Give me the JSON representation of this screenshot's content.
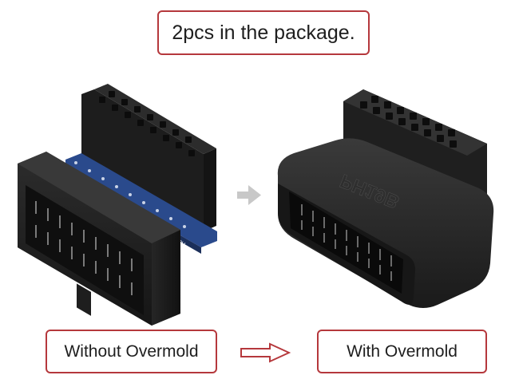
{
  "header": {
    "package_note": "2pcs in the package."
  },
  "labels": {
    "left": "Without Overmold",
    "right": "With Overmold"
  },
  "product": {
    "model_marking": "PH19B"
  },
  "colors": {
    "box_border": "#b5383c",
    "text": "#1e1e1e",
    "connector_black": "#1c1c1c",
    "pcb_blue": "#2a4a8c",
    "gray_arrow": "#c8c8c8",
    "red_arrow": "#b5383c"
  }
}
